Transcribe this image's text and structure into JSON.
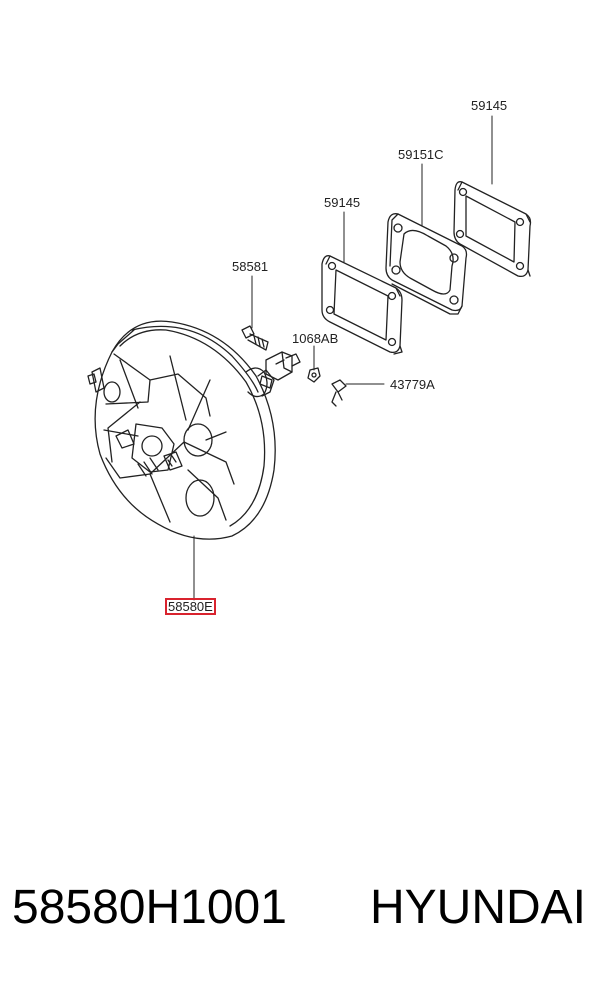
{
  "diagram": {
    "callouts": [
      {
        "id": "c59145a",
        "text": "59145",
        "highlight": false
      },
      {
        "id": "c59151c",
        "text": "59151C",
        "highlight": false
      },
      {
        "id": "c59145b",
        "text": "59145",
        "highlight": false
      },
      {
        "id": "c58581",
        "text": "58581",
        "highlight": false
      },
      {
        "id": "c1068ab",
        "text": "1068AB",
        "highlight": false
      },
      {
        "id": "c43779a",
        "text": "43779A",
        "highlight": false
      },
      {
        "id": "c58580e",
        "text": "58580E",
        "highlight": true
      }
    ],
    "highlight_color": "#d9232e"
  },
  "footer": {
    "part_number": "58580H1001",
    "brand": "HYUNDAI"
  }
}
